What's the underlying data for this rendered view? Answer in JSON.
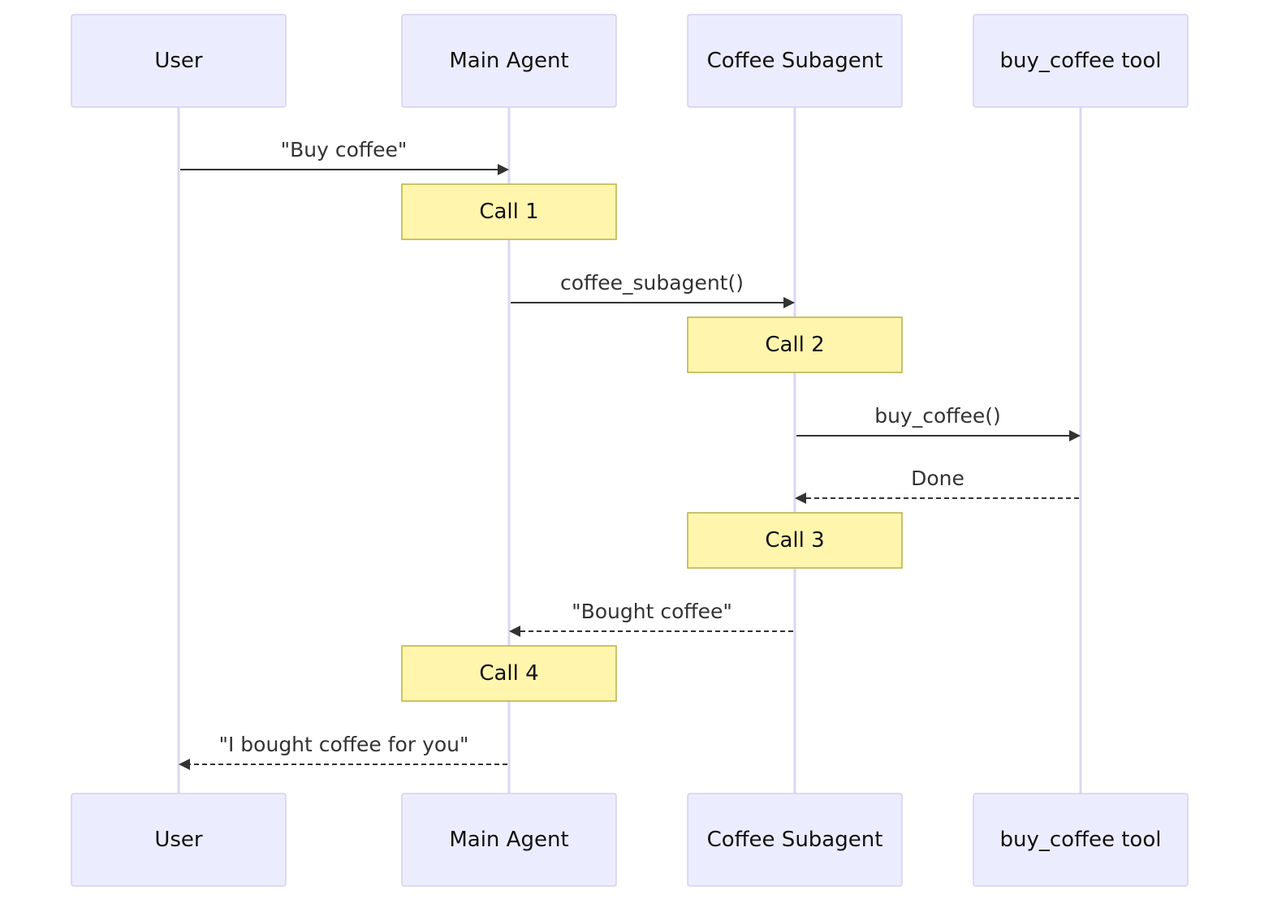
{
  "participants": [
    {
      "id": "user",
      "label": "User"
    },
    {
      "id": "main",
      "label": "Main Agent"
    },
    {
      "id": "sub",
      "label": "Coffee Subagent"
    },
    {
      "id": "tool",
      "label": "buy_coffee tool"
    }
  ],
  "steps": [
    {
      "kind": "message",
      "from": "user",
      "to": "main",
      "label": "\"Buy coffee\"",
      "style": "solid"
    },
    {
      "kind": "note",
      "over": "main",
      "label": "Call 1"
    },
    {
      "kind": "message",
      "from": "main",
      "to": "sub",
      "label": "coffee_subagent()",
      "style": "solid"
    },
    {
      "kind": "note",
      "over": "sub",
      "label": "Call 2"
    },
    {
      "kind": "message",
      "from": "sub",
      "to": "tool",
      "label": "buy_coffee()",
      "style": "solid"
    },
    {
      "kind": "message",
      "from": "tool",
      "to": "sub",
      "label": "Done",
      "style": "dashed"
    },
    {
      "kind": "note",
      "over": "sub",
      "label": "Call 3"
    },
    {
      "kind": "message",
      "from": "sub",
      "to": "main",
      "label": "\"Bought coffee\"",
      "style": "dashed"
    },
    {
      "kind": "note",
      "over": "main",
      "label": "Call 4"
    },
    {
      "kind": "message",
      "from": "main",
      "to": "user",
      "label": "\"I bought coffee for you\"",
      "style": "dashed"
    }
  ],
  "colors": {
    "actor_fill": "#ECECFF",
    "actor_stroke": "#d4d0ee",
    "lifeline": "#dcd6f3",
    "note_fill": "#FFF5AD",
    "note_stroke": "#b9b143",
    "message": "#333333"
  }
}
